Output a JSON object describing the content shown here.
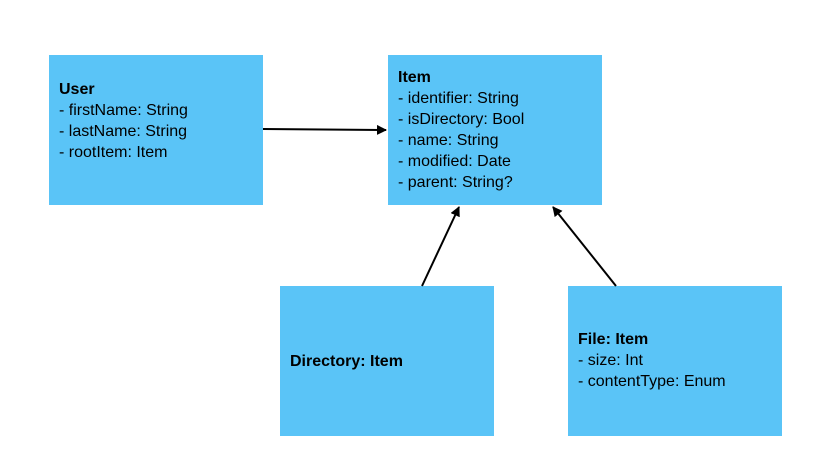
{
  "colors": {
    "box_fill": "#5ac4f7",
    "arrow": "#000000",
    "background": "#ffffff"
  },
  "boxes": {
    "user": {
      "title": "User",
      "fields": [
        "- firstName: String",
        "- lastName: String",
        "- rootItem: Item"
      ]
    },
    "item": {
      "title": "Item",
      "fields": [
        "- identifier: String",
        "- isDirectory: Bool",
        "- name: String",
        "- modified: Date",
        "- parent: String?"
      ]
    },
    "directory": {
      "title": "Directory: Item",
      "fields": []
    },
    "file": {
      "title": "File: Item",
      "fields": [
        "- size: Int",
        "- contentType: Enum"
      ]
    }
  },
  "connections": [
    {
      "from": "user",
      "to": "item"
    },
    {
      "from": "directory",
      "to": "item"
    },
    {
      "from": "file",
      "to": "item"
    }
  ]
}
